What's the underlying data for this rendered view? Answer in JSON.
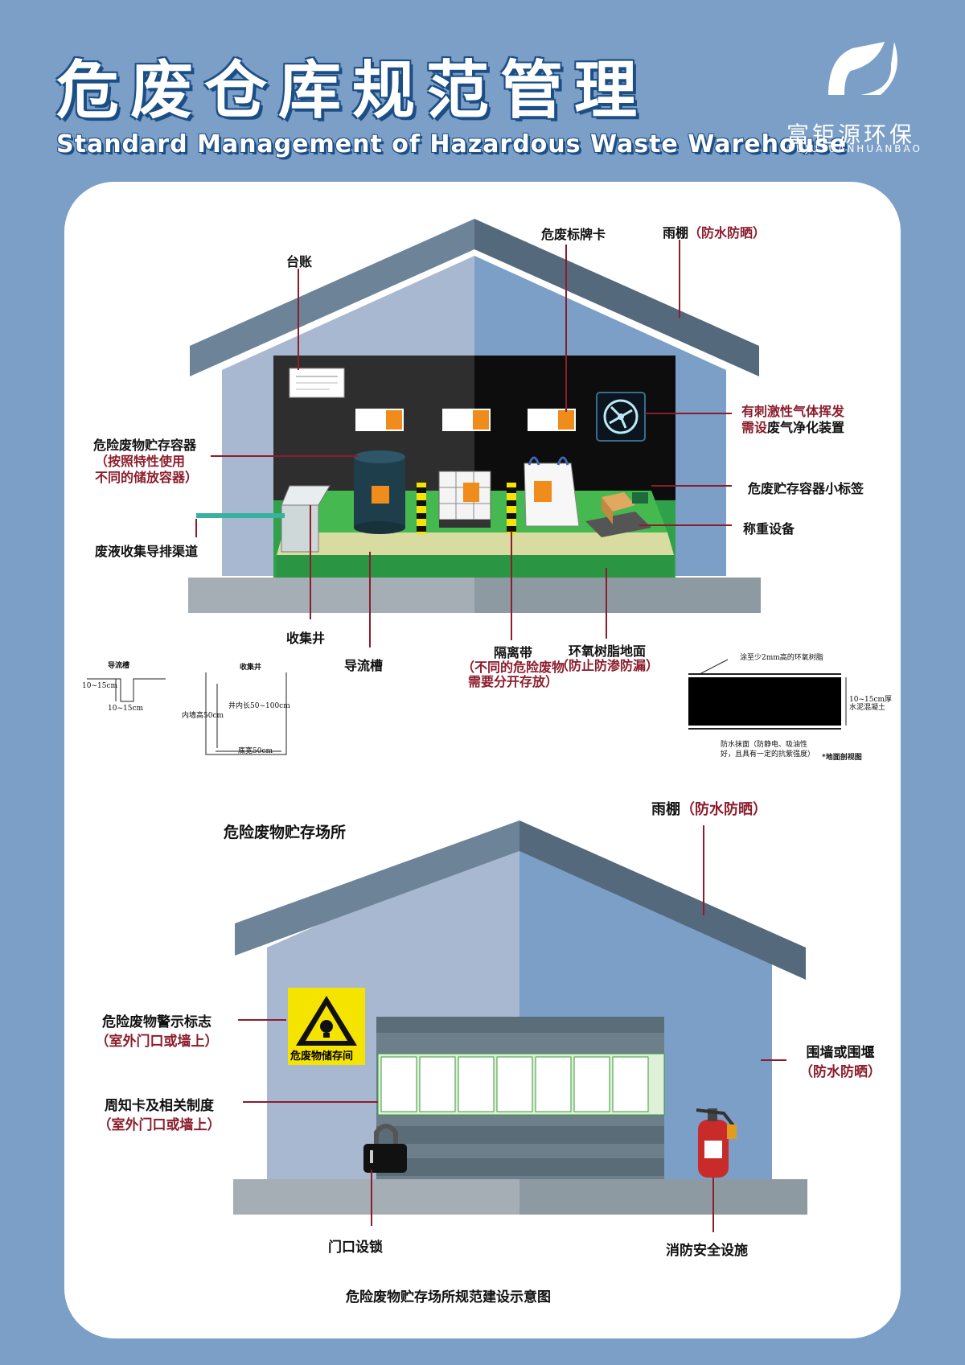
{
  "header": {
    "title": "危废仓库规范管理",
    "subtitle": "Standard Management of Hazardous Waste Warehouse",
    "brand_name": "富钜源环保",
    "brand_pinyin": "FUJUYUANHUANBAO"
  },
  "top_diagram": {
    "ledger": "台账",
    "label_card": "危废标牌卡",
    "canopy": "雨棚",
    "canopy_note": "（防水防晒）",
    "gas_line1_red": "有刺激性气体挥发",
    "gas_line2_red": "需设",
    "gas_line2_black": "废气净化装置",
    "container": "危险废物贮存容器",
    "container_note1": "（按照特性使用",
    "container_note2": "不同的储放容器）",
    "small_label": "危废贮存容器小标签",
    "drain_channel": "废液收集导排渠道",
    "weighing": "称重设备",
    "collection_well": "收集井",
    "diversion_groove": "导流槽",
    "isolation_belt": "隔离带",
    "isolation_note1": "（不同的危险废物",
    "isolation_note2": "需要分开存放）",
    "epoxy_floor": "环氧树脂地面",
    "epoxy_note": "（防止防渗防漏）"
  },
  "section_drawing": {
    "groove_title": "导流槽",
    "well_title": "收集井",
    "groove_depth": "10~15cm",
    "groove_width": "10~15cm",
    "inner_height": "内墙高50cm",
    "inner_length": "井内长50~100cm",
    "bottom_width": "底宽50cm"
  },
  "floor_section": {
    "coating": "涂至少2mm高的环氧树脂",
    "thickness_a": "10~15cm厚",
    "thickness_b": "水泥混凝土",
    "waterproof_1": "防水抹面（防静电、吸油性",
    "waterproof_2": "好，且具有一定的抗紫强度）",
    "caption": "*地面剖视图"
  },
  "bottom_diagram": {
    "site_title": "危险废物贮存场所",
    "canopy": "雨棚",
    "canopy_note": "（防水防晒）",
    "warning_sign": "危险废物警示标志",
    "warning_note": "（室外门口或墙上）",
    "warning_plate": "危废物储存间",
    "notice_card": "周知卡及相关制度",
    "notice_note": "（室外门口或墙上）",
    "wall": "围墙或围堰",
    "wall_note": "（防水防晒）",
    "lock": "门口设锁",
    "fire": "消防安全设施"
  },
  "footer": {
    "caption": "危险废物贮存场所规范建设示意图"
  },
  "colors": {
    "background": "#7b9fc7",
    "accent_red": "#8b1d2c",
    "floor_green": "#3fae49",
    "warning_yellow": "#f5e400"
  }
}
